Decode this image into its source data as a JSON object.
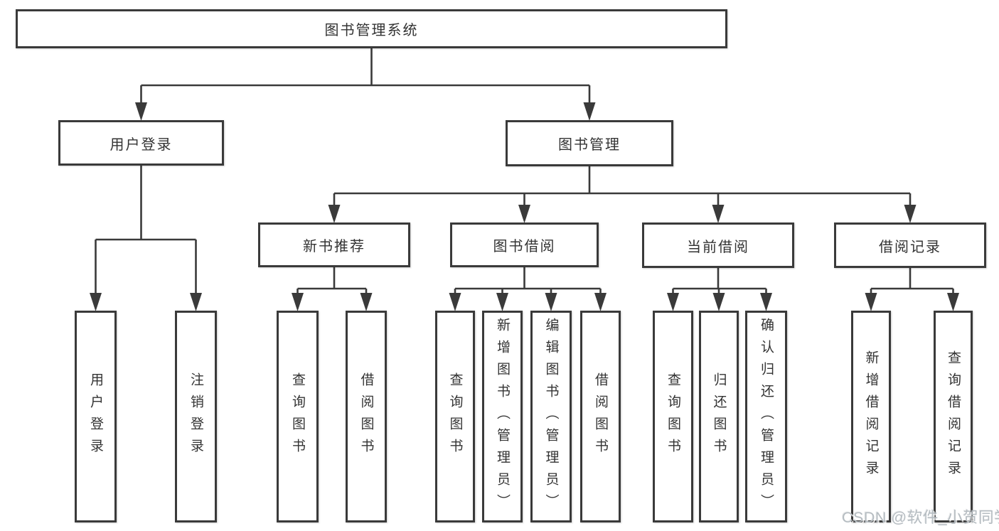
{
  "diagram": {
    "nodes": [
      {
        "id": "root",
        "label": "图书管理系统"
      },
      {
        "id": "user-login",
        "label": "用户登录"
      },
      {
        "id": "book-mgmt",
        "label": "图书管理"
      },
      {
        "id": "new-book-rec",
        "label": "新书推荐"
      },
      {
        "id": "book-borrow",
        "label": "图书借阅"
      },
      {
        "id": "current-borrow",
        "label": "当前借阅"
      },
      {
        "id": "borrow-records",
        "label": "借阅记录"
      },
      {
        "id": "leaf-user-login",
        "label": "用户登录"
      },
      {
        "id": "leaf-logout",
        "label": "注销登录"
      },
      {
        "id": "leaf-query-book-1",
        "label": "查询图书"
      },
      {
        "id": "leaf-borrow-book-1",
        "label": "借阅图书"
      },
      {
        "id": "leaf-query-book-2",
        "label": "查询图书"
      },
      {
        "id": "leaf-add-book",
        "label": "新增图书（管理员）"
      },
      {
        "id": "leaf-edit-book",
        "label": "编辑图书（管理员）"
      },
      {
        "id": "leaf-borrow-book-2",
        "label": "借阅图书"
      },
      {
        "id": "leaf-query-book-3",
        "label": "查询图书"
      },
      {
        "id": "leaf-return-book",
        "label": "归还图书"
      },
      {
        "id": "leaf-confirm-return",
        "label": "确认归还（管理员）"
      },
      {
        "id": "leaf-add-record",
        "label": "新增借阅记录"
      },
      {
        "id": "leaf-query-record",
        "label": "查询借阅记录"
      }
    ],
    "edges": [
      {
        "from": "root",
        "to": [
          "user-login",
          "book-mgmt"
        ]
      },
      {
        "from": "user-login",
        "to": [
          "leaf-user-login",
          "leaf-logout"
        ]
      },
      {
        "from": "book-mgmt",
        "to": [
          "new-book-rec",
          "book-borrow",
          "current-borrow",
          "borrow-records"
        ]
      },
      {
        "from": "new-book-rec",
        "to": [
          "leaf-query-book-1",
          "leaf-borrow-book-1"
        ]
      },
      {
        "from": "book-borrow",
        "to": [
          "leaf-query-book-2",
          "leaf-add-book",
          "leaf-edit-book",
          "leaf-borrow-book-2"
        ]
      },
      {
        "from": "current-borrow",
        "to": [
          "leaf-query-book-3",
          "leaf-return-book",
          "leaf-confirm-return"
        ]
      },
      {
        "from": "borrow-records",
        "to": [
          "leaf-add-record",
          "leaf-query-record"
        ]
      }
    ]
  },
  "colors": {
    "line": "#3a3a3a",
    "box_border": "#3a3a3a",
    "text": "#333333",
    "background": "#ffffff",
    "watermark": "#b5bcc1"
  },
  "watermark": {
    "text": "CSDN @软件_小贺同学"
  }
}
